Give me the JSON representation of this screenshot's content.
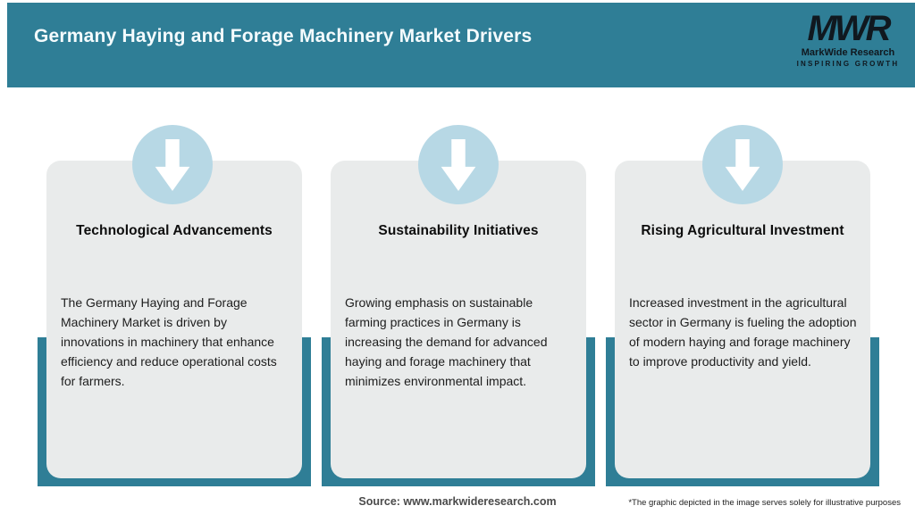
{
  "header": {
    "title": "Germany Haying and Forage Machinery Market Drivers",
    "logo": {
      "acronym": "MWR",
      "name": "MarkWide Research",
      "tagline": "INSPIRING GROWTH"
    }
  },
  "cards": [
    {
      "icon": "arrow-down-icon",
      "title": "Technological Advancements",
      "body": "The Germany Haying and Forage Machinery Market is driven by innovations in machinery that enhance efficiency and reduce operational costs for farmers."
    },
    {
      "icon": "arrow-down-icon",
      "title": "Sustainability Initiatives",
      "body": "Growing emphasis on sustainable farming practices in Germany is increasing the demand for advanced haying and forage machinery that minimizes environmental impact."
    },
    {
      "icon": "arrow-down-icon",
      "title": "Rising Agricultural Investment",
      "body": "Increased investment in the agricultural sector in Germany is fueling the adoption of modern haying and forage machinery to improve productivity and yield."
    }
  ],
  "footer": {
    "source": "Source: www.markwideresearch.com",
    "disclaimer": "*The graphic depicted in the image serves solely for illustrative purposes"
  },
  "colors": {
    "teal": "#2F7E96",
    "icon_circle": "#B7D8E5",
    "card_bg": "#E9EBEB",
    "title_text": "#F4FBFD",
    "logo_text": "#10181F"
  }
}
